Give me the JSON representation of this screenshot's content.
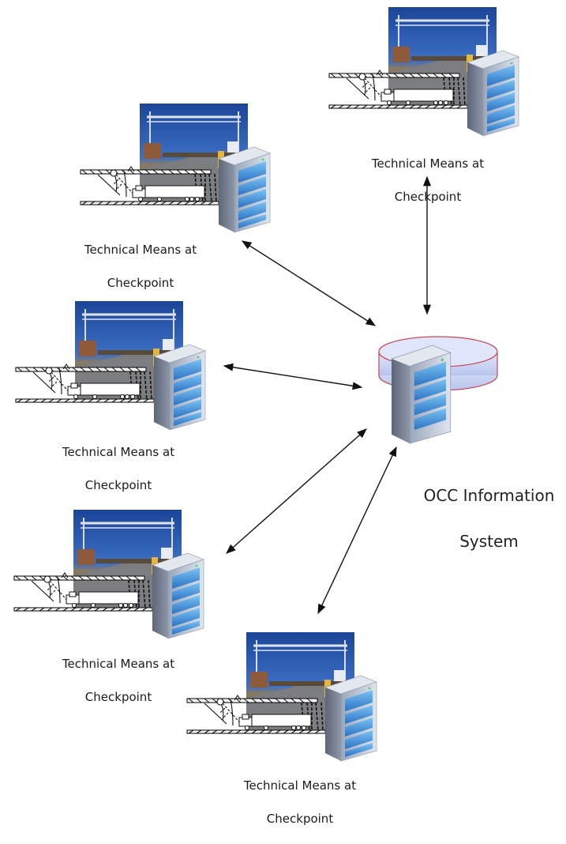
{
  "checkpoint_label_line1": "Technical Means at",
  "checkpoint_label_line2": "Checkpoint",
  "checkpoints": [
    {
      "line1": "Technical Means at",
      "line2": "Checkpoint"
    },
    {
      "line1": "Technical Means at",
      "line2": "Checkpoint"
    },
    {
      "line1": "Technical Means at",
      "line2": "Checkpoint"
    },
    {
      "line1": "Technical Means at",
      "line2": "Checkpoint"
    },
    {
      "line1": "Technical Means at",
      "line2": "Checkpoint"
    }
  ],
  "center": {
    "line1": "OCC Information",
    "line2": "System"
  },
  "colors": {
    "sky": "#1f4fa0",
    "server_blue": "#3f8fd6",
    "server_case": "#b9c3d3",
    "ring_fill": "#cbd5f5",
    "ring_stroke": "#c8474f",
    "arrow": "#111111"
  },
  "icons": {
    "checkpoint_photo": "checkpoint-photo-icon",
    "barrier": "barrier-gate-icon",
    "truck": "truck-icon",
    "server": "server-icon",
    "database_ring": "database-ring-icon"
  }
}
